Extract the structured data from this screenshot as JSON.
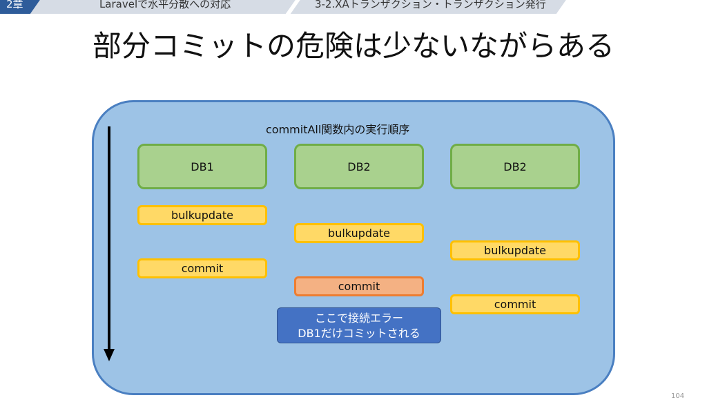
{
  "header": {
    "chapter": "2章",
    "section1": "Laravelで水平分散への対応",
    "section2": "3-2.XAトランザクション・トランザクション発行"
  },
  "title": "部分コミットの危険は少ないながらある",
  "diagram": {
    "caption": "commitAll関数内の実行順序",
    "columns": [
      {
        "db": "DB1",
        "ops": [
          "bulkupdate",
          "commit"
        ]
      },
      {
        "db": "DB2",
        "ops": [
          "bulkupdate",
          "commit"
        ]
      },
      {
        "db": "DB2",
        "ops": [
          "bulkupdate",
          "commit"
        ]
      }
    ],
    "note_line1": "ここで接続エラー",
    "note_line2": "DB1だけコミットされる"
  },
  "page_number": "104"
}
